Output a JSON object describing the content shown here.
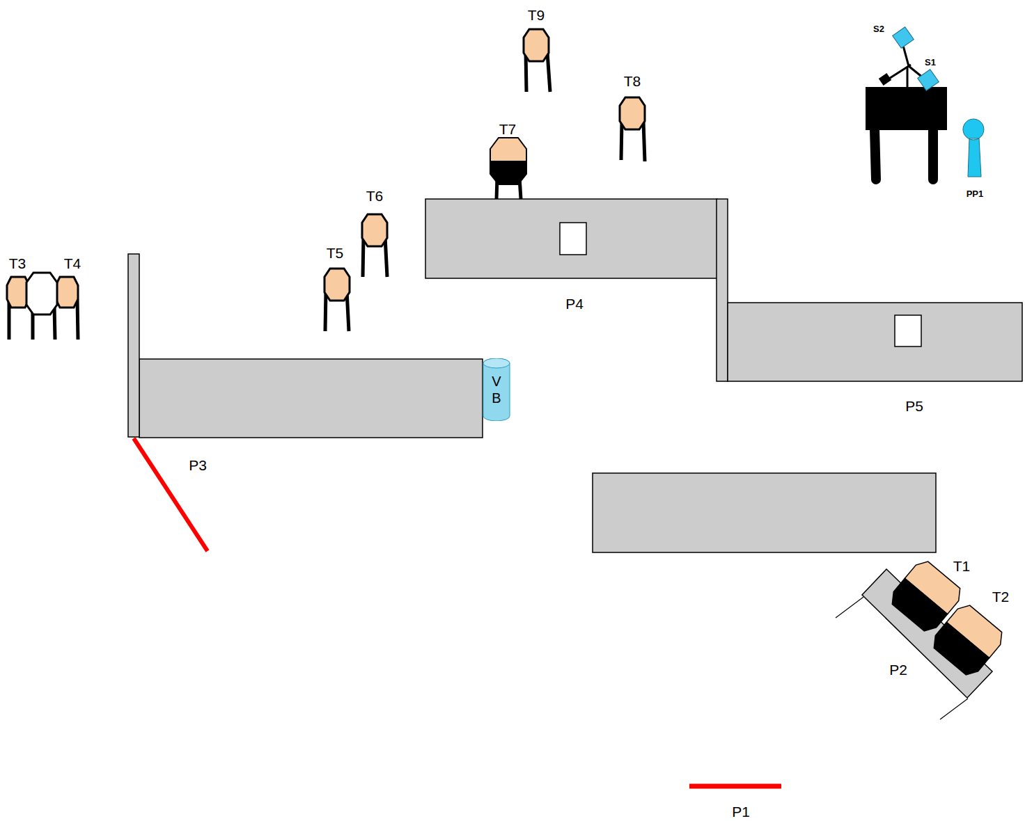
{
  "diagram": {
    "nodes": [
      {
        "text": [
          "V B"
        ]
      }
    ],
    "labels": [
      "T9",
      "S2",
      "S1",
      "T8",
      "T7",
      "PP1",
      "T6",
      "T5",
      "T3",
      "T4",
      "P4",
      "P5",
      "P3",
      "T1",
      "T2",
      "P2",
      "P1"
    ]
  }
}
